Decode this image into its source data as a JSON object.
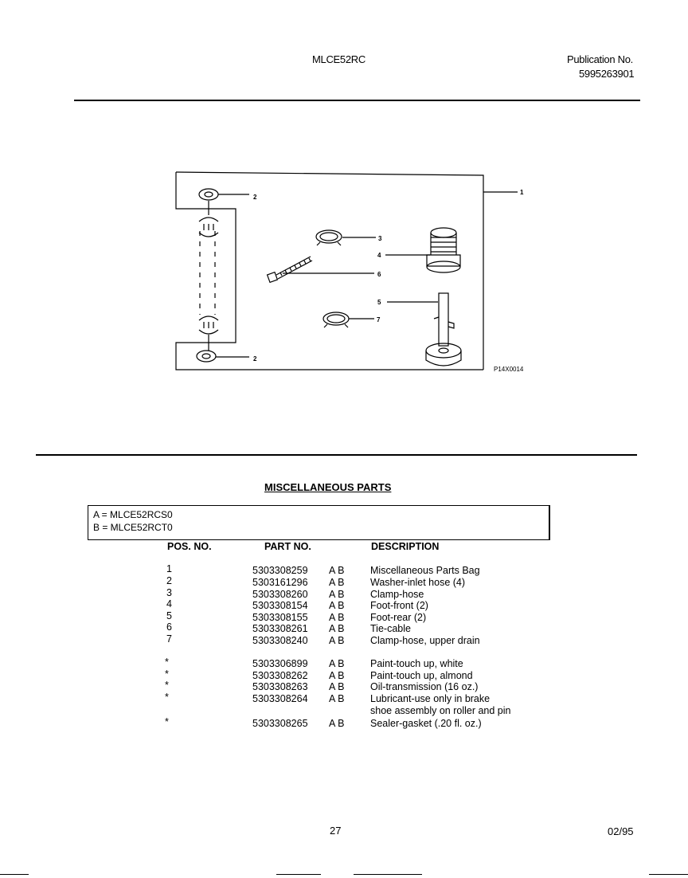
{
  "header": {
    "model": "MLCE52RC",
    "publication_label": "Publication No.",
    "publication_number": "5995263901"
  },
  "diagram": {
    "code": "P14X0014",
    "callouts": [
      "1",
      "2",
      "2",
      "3",
      "4",
      "5",
      "6",
      "7"
    ]
  },
  "section": {
    "title": "MISCELLANEOUS PARTS"
  },
  "models": [
    "A = MLCE52RCS0",
    "B = MLCE52RCT0"
  ],
  "table": {
    "headers": {
      "pos": "POS. NO.",
      "part": "PART NO.",
      "desc": "DESCRIPTION"
    },
    "rows": [
      {
        "pos": "1",
        "part": "5303308259",
        "models": "A  B",
        "desc": "Miscellaneous Parts Bag"
      },
      {
        "pos": "2",
        "part": "5303161296",
        "models": "A  B",
        "desc": "Washer-inlet hose (4)"
      },
      {
        "pos": "3",
        "part": "5303308260",
        "models": "A  B",
        "desc": "Clamp-hose"
      },
      {
        "pos": "4",
        "part": "5303308154",
        "models": "A  B",
        "desc": "Foot-front (2)"
      },
      {
        "pos": "5",
        "part": "5303308155",
        "models": "A  B",
        "desc": "Foot-rear (2)"
      },
      {
        "pos": "6",
        "part": "5303308261",
        "models": "A  B",
        "desc": "Tie-cable"
      },
      {
        "pos": "7",
        "part": "5303308240",
        "models": "A  B",
        "desc": "Clamp-hose, upper drain"
      },
      {
        "pos": "*",
        "part": "5303306899",
        "models": "A  B",
        "desc": "Paint-touch up, white"
      },
      {
        "pos": "*",
        "part": "5303308262",
        "models": "A  B",
        "desc": "Paint-touch up, almond"
      },
      {
        "pos": "*",
        "part": "5303308263",
        "models": "A  B",
        "desc": "Oil-transmission (16 oz.)"
      },
      {
        "pos": "*",
        "part": "5303308264",
        "models": "A  B",
        "desc": "Lubricant-use only in brake",
        "desc2": "shoe assembly on roller and pin"
      },
      {
        "pos": "*",
        "part": "5303308265",
        "models": "A  B",
        "desc": "Sealer-gasket (.20 fl. oz.)"
      }
    ]
  },
  "footer": {
    "page": "27",
    "date": "02/95"
  }
}
